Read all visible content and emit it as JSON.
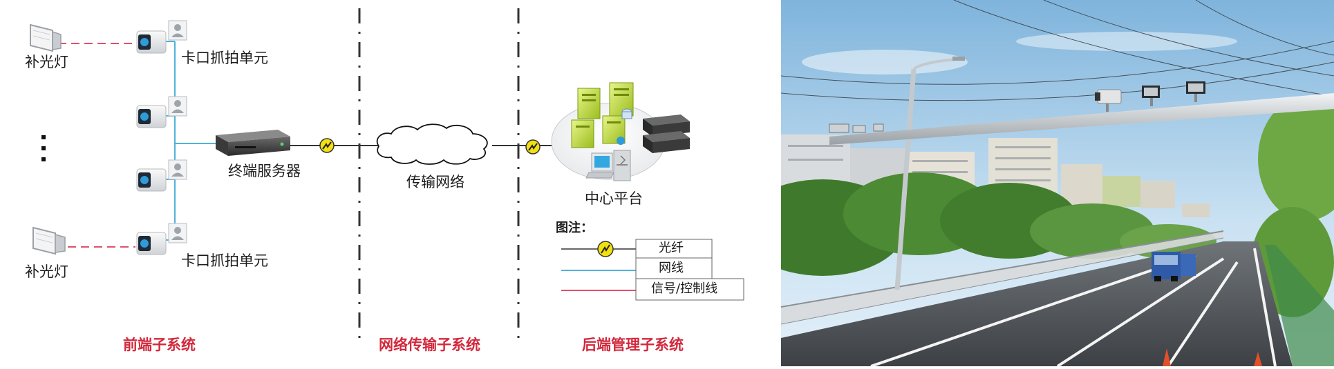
{
  "diagram": {
    "fill_light_label": "补光灯",
    "capture_unit_label": "卡口抓拍单元",
    "terminal_server_label": "终端服务器",
    "network_label": "传输网络",
    "center_label": "中心平台",
    "legend": {
      "title": "图注：",
      "items": [
        "光纤",
        "网线",
        "信号/控制线"
      ]
    },
    "sections": [
      "前端子系统",
      "网络传输子系统",
      "后端管理子系统"
    ],
    "colors": {
      "fiber": "#333333",
      "ethernet": "#4fb3d9",
      "signal": "#e0506e",
      "section_text": "#d2283c"
    }
  }
}
